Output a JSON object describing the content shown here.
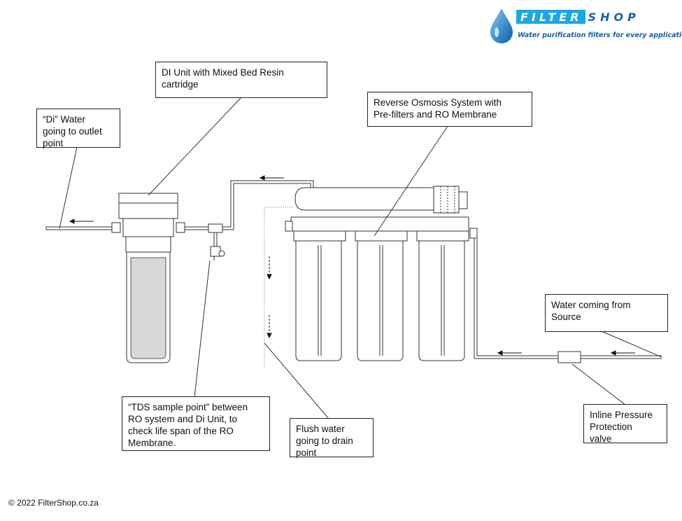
{
  "brand": {
    "name_part1": "FILTER",
    "name_part2": "SHOP",
    "tagline": "Water purification filters for every application",
    "colors": {
      "light_blue": "#1aa7e8",
      "dark_blue": "#1a5fa8"
    },
    "icon": "water-drop-icon"
  },
  "callouts": {
    "di_unit": "DI Unit with Mixed  Bed Resin\ncartridge",
    "di_water": "“Di” Water\ngoing to outlet\npoint",
    "ro_system": "Reverse Osmosis System with\nPre-filters and RO Membrane",
    "water_source": "Water coming from\nSource",
    "tds_sample": "“TDS sample point” between\nRO system and Di Unit, to\ncheck life span of the RO\nMembrane.",
    "flush_water": "Flush water\ngoing to drain\npoint",
    "inline_valve": "Inline  Pressure\nProtection\nvalve"
  },
  "footer": "© 2022 FilterShop.co.za"
}
